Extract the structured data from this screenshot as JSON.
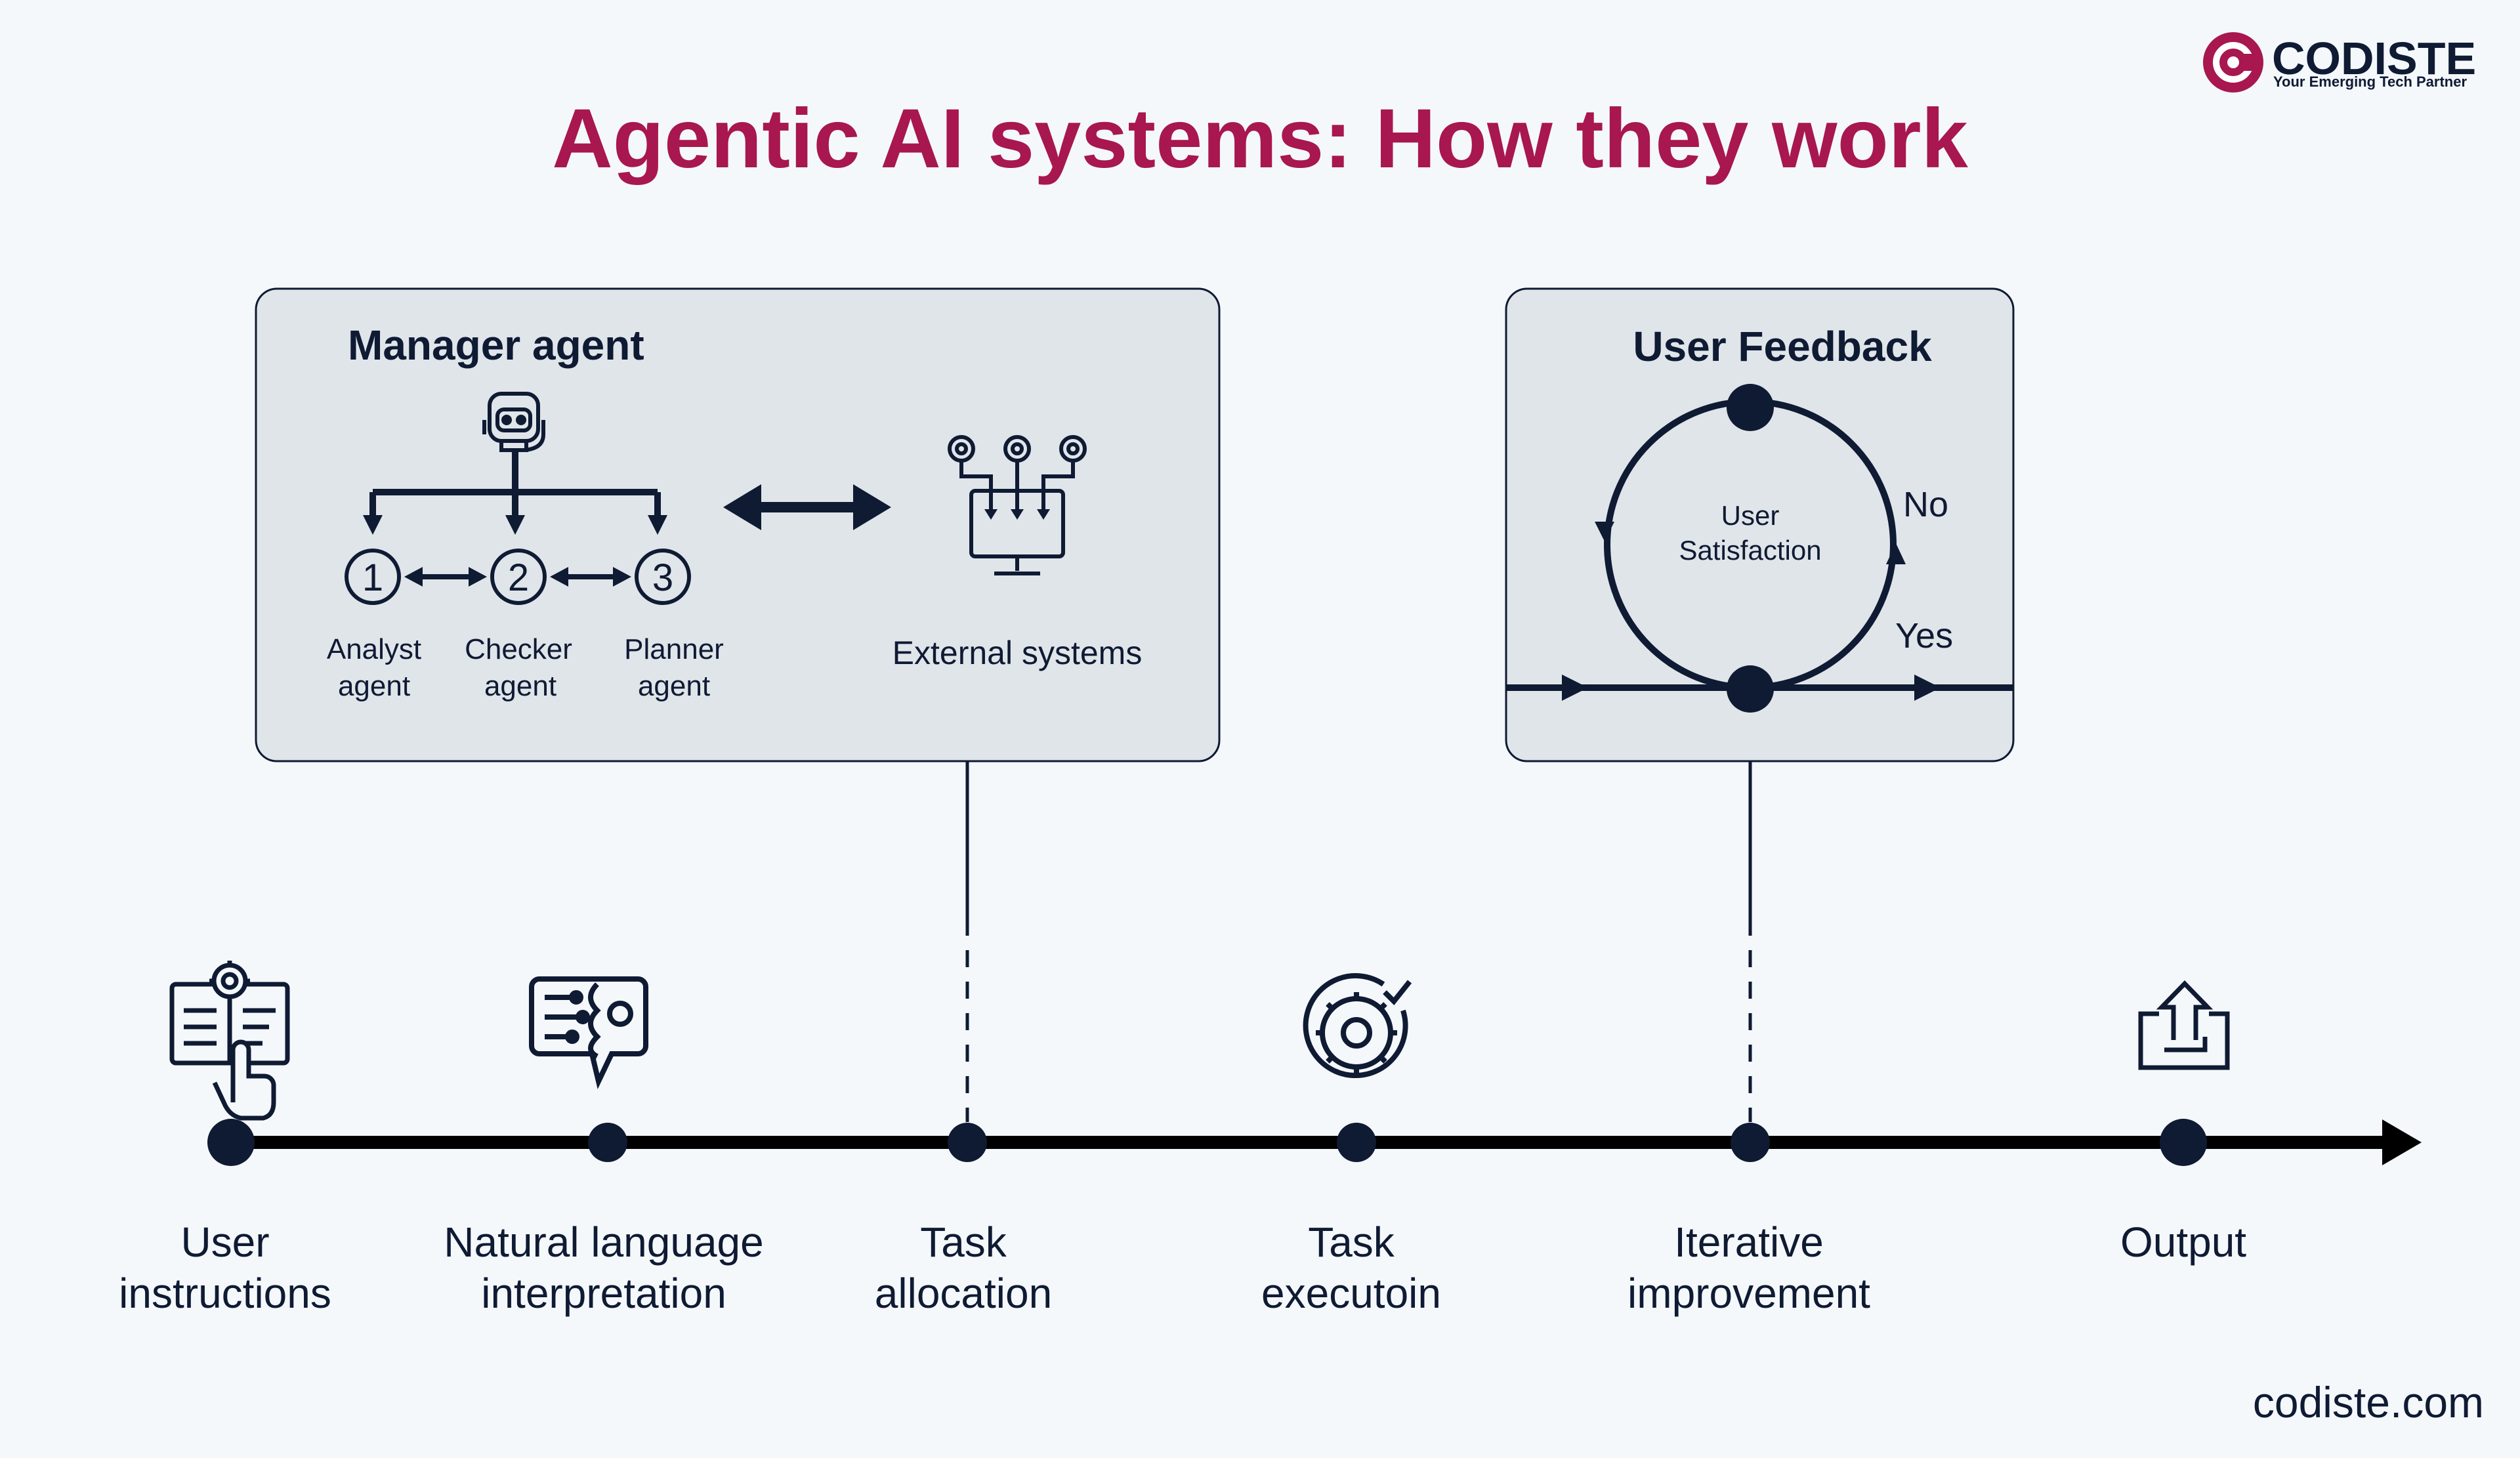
{
  "title": "Agentic AI systems: How they work",
  "brand": {
    "name": "CODISTE",
    "tagline": "Your Emerging Tech Partner",
    "website": "codiste.com"
  },
  "colors": {
    "title": "#a8174f",
    "ink": "#0f1a33",
    "panel": "#e0e5ea",
    "background": "#f4f8fb"
  },
  "manager_panel": {
    "title": "Manager agent",
    "agents": [
      {
        "number": "1",
        "line1": "Analyst",
        "line2": "agent"
      },
      {
        "number": "2",
        "line1": "Checker",
        "line2": "agent"
      },
      {
        "number": "3",
        "line1": "Planner",
        "line2": "agent"
      }
    ],
    "external_label": "External systems"
  },
  "feedback_panel": {
    "title": "User Feedback",
    "center_line1": "User",
    "center_line2": "Satisfaction",
    "no_label": "No",
    "yes_label": "Yes"
  },
  "timeline": {
    "steps": [
      {
        "line1": "User",
        "line2": "instructions",
        "icon": "document-gear-hand-icon"
      },
      {
        "line1": "Natural language",
        "line2": "interpretation",
        "icon": "speech-circuit-icon"
      },
      {
        "line1": "Task",
        "line2": "allocation",
        "icon": ""
      },
      {
        "line1": "Task",
        "line2": "executoin",
        "icon": "gear-check-icon"
      },
      {
        "line1": "Iterative",
        "line2": "improvement",
        "icon": ""
      },
      {
        "line1": "Output",
        "line2": "",
        "icon": "export-tray-icon"
      }
    ]
  }
}
